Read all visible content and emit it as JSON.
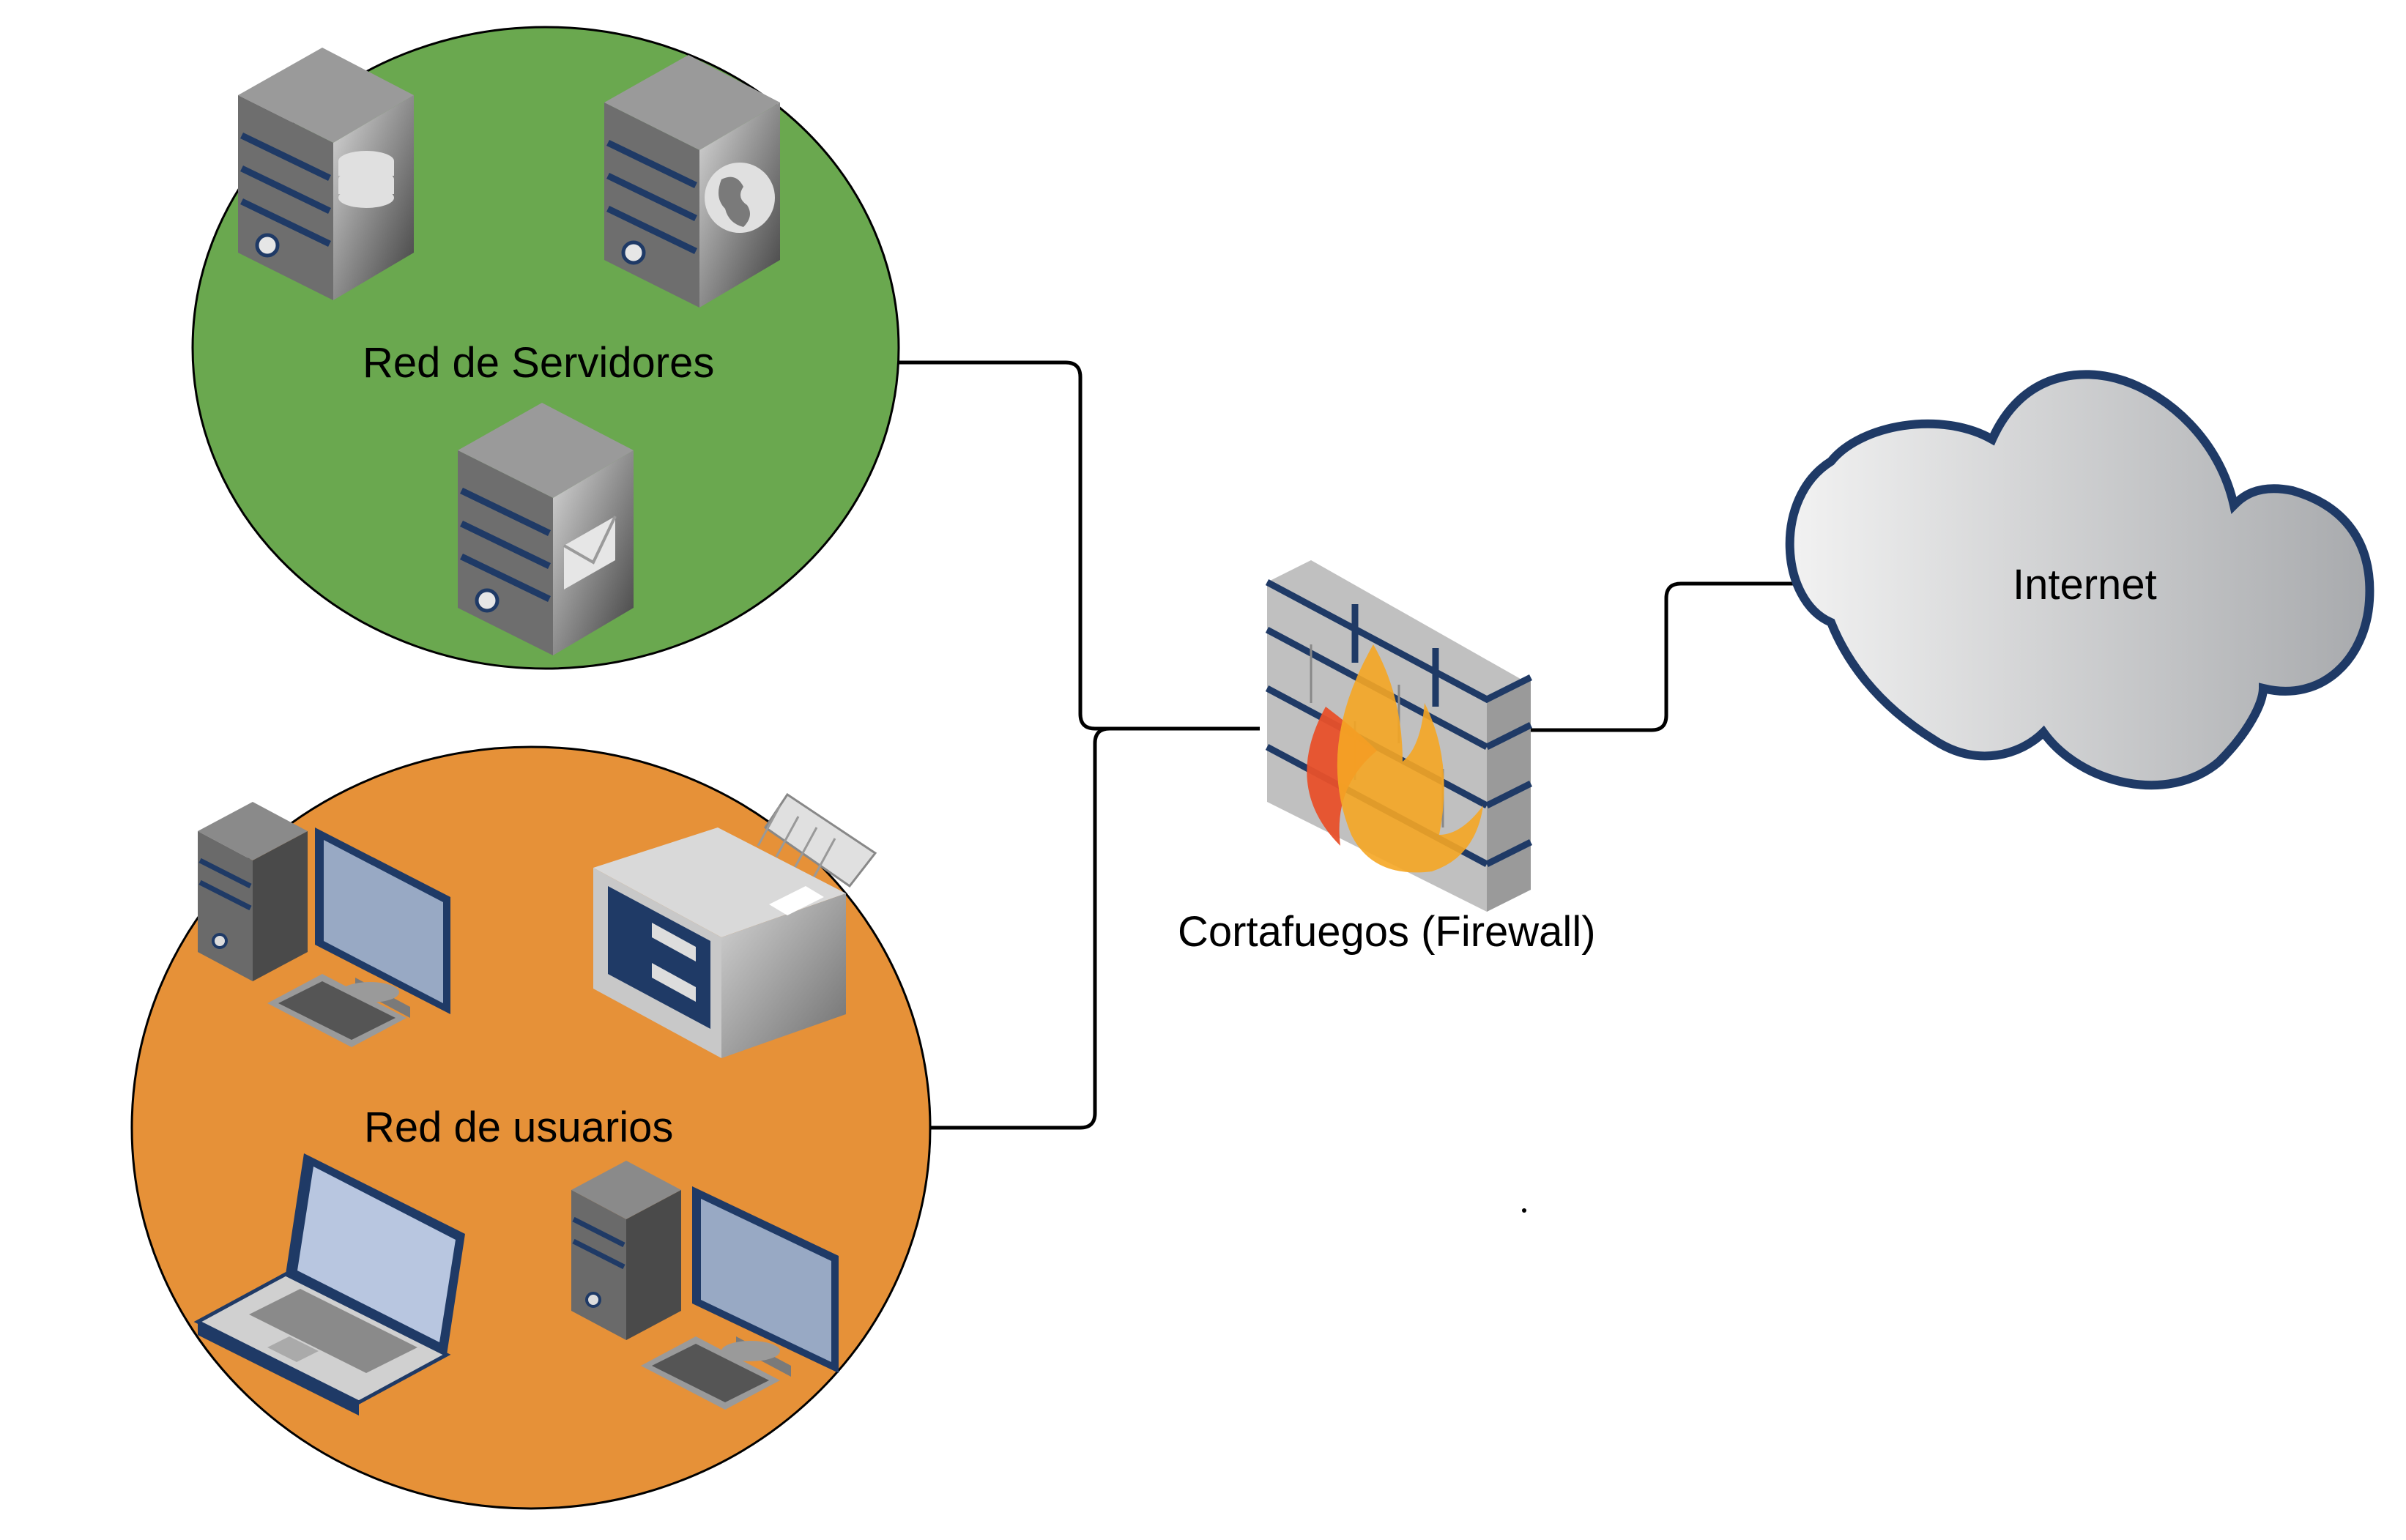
{
  "labels": {
    "server_network": "Red de Servidores",
    "user_network": "Red de usuarios",
    "firewall": "Cortafuegos (Firewall)",
    "internet": "Internet"
  },
  "colors": {
    "server_network_fill": "#6aa84f",
    "user_network_fill": "#e69138",
    "cloud_stroke": "#1f3a66",
    "device_accent": "#1f3a66",
    "flame_red": "#e8502a",
    "flame_orange": "#f5a623"
  },
  "icons": {
    "database_server": "database-server-icon",
    "web_server": "web-server-icon",
    "mail_server": "mail-server-icon",
    "desktop": "desktop-computer-icon",
    "printer": "printer-icon",
    "laptop": "laptop-icon",
    "firewall": "firewall-icon",
    "cloud": "cloud-icon"
  }
}
